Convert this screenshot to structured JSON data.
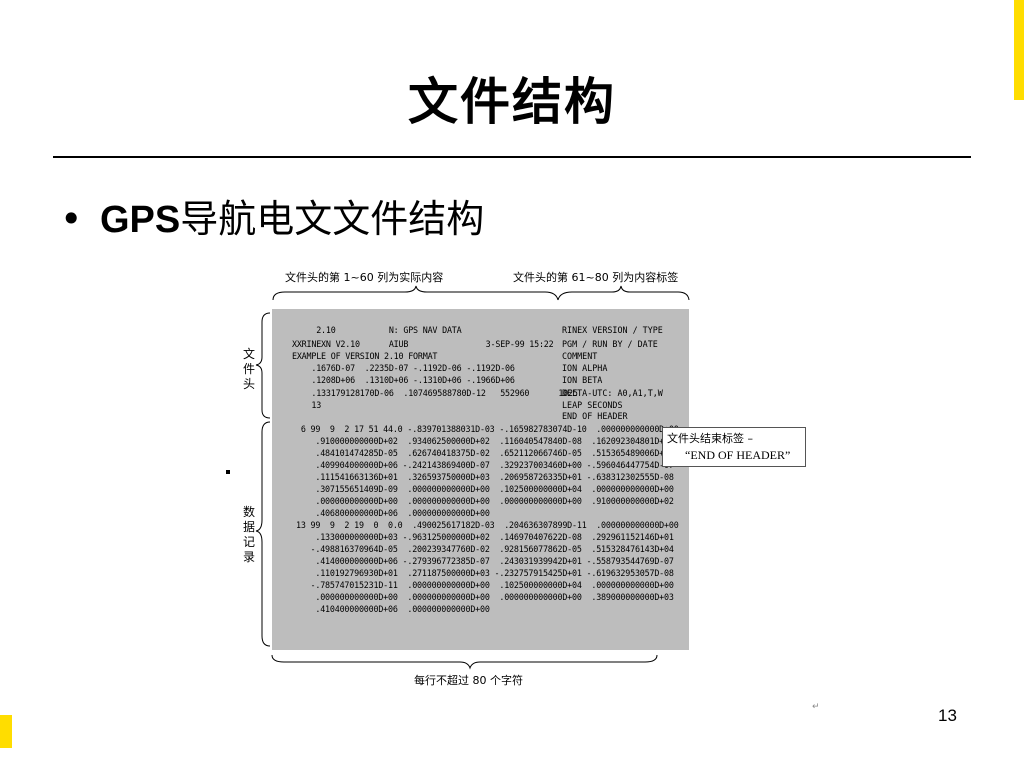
{
  "slide": {
    "title": "文件结构",
    "bullet_symbol": "•",
    "bullet_strong": "GPS",
    "bullet_rest": "导航电文文件结构",
    "page_number": "13",
    "small_mark": "↵"
  },
  "figure": {
    "top_label_left": "文件头的第 1~60 列为实际内容",
    "top_label_right": "文件头的第 61~80 列为内容标签",
    "side_label_header": "文件头",
    "side_label_records": "数据记录",
    "bottom_label": "每行不超过 80 个字符",
    "callout_line1": "文件头结束标签 –",
    "callout_line2": "“END OF HEADER”",
    "header_lines": [
      "     2.10           N: GPS NAV DATA",
      "XXRINEXN V2.10      AIUB                3-SEP-99 15:22",
      "EXAMPLE OF VERSION 2.10 FORMAT",
      "    .1676D-07  .2235D-07 -.1192D-06 -.1192D-06",
      "    .1208D+06  .1310D+06 -.1310D+06 -.1966D+06",
      "    .133179128170D-06  .107469588780D-12   552960      1025",
      "    13"
    ],
    "header_labels": [
      "RINEX VERSION / TYPE",
      "PGM / RUN BY / DATE",
      "COMMENT",
      "ION ALPHA",
      "ION BETA",
      "DELTA-UTC: A0,A1,T,W",
      "LEAP SECONDS",
      "END OF HEADER"
    ],
    "data_lines": [
      " 6 99  9  2 17 51 44.0 -.839701388031D-03 -.165982783074D-10  .000000000000D+00",
      "    .910000000000D+02  .934062500000D+02  .116040547840D-08  .162092304801D+00",
      "    .484101474285D-05  .626740418375D-02  .652112066746D-05  .515365489006D+04",
      "    .409904000000D+06 -.242143869400D-07  .329237003460D+00 -.596046447754D-07",
      "    .111541663136D+01  .326593750000D+03  .206958726335D+01 -.638312302555D-08",
      "    .307155651409D-09  .000000000000D+00  .102500000000D+04  .000000000000D+00",
      "    .000000000000D+00  .000000000000D+00  .000000000000D+00  .910000000000D+02",
      "    .406800000000D+06  .000000000000D+00",
      "13 99  9  2 19  0  0.0  .490025617182D-03  .204636307899D-11  .000000000000D+00",
      "    .133000000000D+03 -.963125000000D+02  .146970407622D-08  .292961152146D+01",
      "   -.498816370964D-05  .200239347760D-02  .928156077862D-05  .515328476143D+04",
      "    .414000000000D+06 -.279396772385D-07  .243031939942D+01 -.558793544769D-07",
      "    .110192796930D+01  .271187500000D+03 -.232757915425D+01 -.619632953057D-08",
      "   -.785747015231D-11  .000000000000D+00  .102500000000D+04  .000000000000D+00",
      "    .000000000000D+00  .000000000000D+00  .000000000000D+00  .389000000000D+03",
      "    .410400000000D+06  .000000000000D+00"
    ]
  },
  "colors": {
    "accent": "#ffdd00",
    "panel": "#bdbdbd"
  }
}
